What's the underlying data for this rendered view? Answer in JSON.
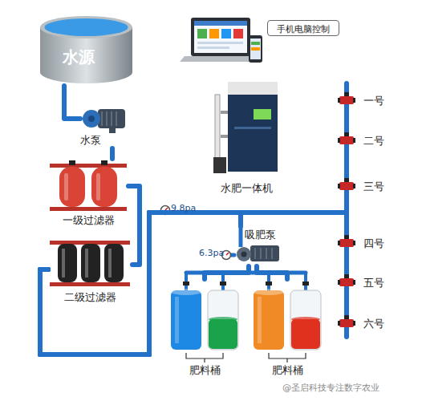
{
  "diagram": {
    "nodes": [
      {
        "text": [
          "水源"
        ]
      },
      {
        "text": [
          "手机电脑控制"
        ]
      },
      {
        "text": [
          "水泵"
        ]
      },
      {
        "text": [
          "水肥一体机"
        ]
      },
      {
        "text": [
          "一级过滤器"
        ]
      },
      {
        "text": [
          "吸肥泵"
        ]
      },
      {
        "text": [
          "二级过滤器"
        ]
      },
      {
        "text": [
          "肥料桶"
        ]
      },
      {
        "text": [
          "肥料桶"
        ]
      },
      {
        "text": [
          "一号"
        ]
      },
      {
        "text": [
          "二号"
        ]
      },
      {
        "text": [
          "三号"
        ]
      },
      {
        "text": [
          "四号"
        ]
      },
      {
        "text": [
          "五号"
        ]
      },
      {
        "text": [
          "六号"
        ]
      }
    ],
    "edges": [
      {
        "from": 0,
        "to": 2,
        "arrow": "none"
      },
      {
        "from": 2,
        "to": 4,
        "arrow": "none"
      },
      {
        "from": 4,
        "to": 6,
        "arrow": "none"
      },
      {
        "from": 6,
        "to": 5,
        "arrow": "none"
      },
      {
        "from": 6,
        "to": 9,
        "arrow": "none"
      },
      {
        "from": 6,
        "to": 10,
        "arrow": "none"
      },
      {
        "from": 6,
        "to": 11,
        "arrow": "none"
      },
      {
        "from": 6,
        "to": 12,
        "arrow": "none"
      },
      {
        "from": 6,
        "to": 13,
        "arrow": "none"
      },
      {
        "from": 6,
        "to": 14,
        "arrow": "none"
      },
      {
        "from": 7,
        "to": 5,
        "arrow": "none"
      },
      {
        "from": 8,
        "to": 5,
        "arrow": "none"
      }
    ],
    "labels": [
      "9.8pa",
      "6.3pa",
      "@圣启科技专注数字农业"
    ]
  }
}
